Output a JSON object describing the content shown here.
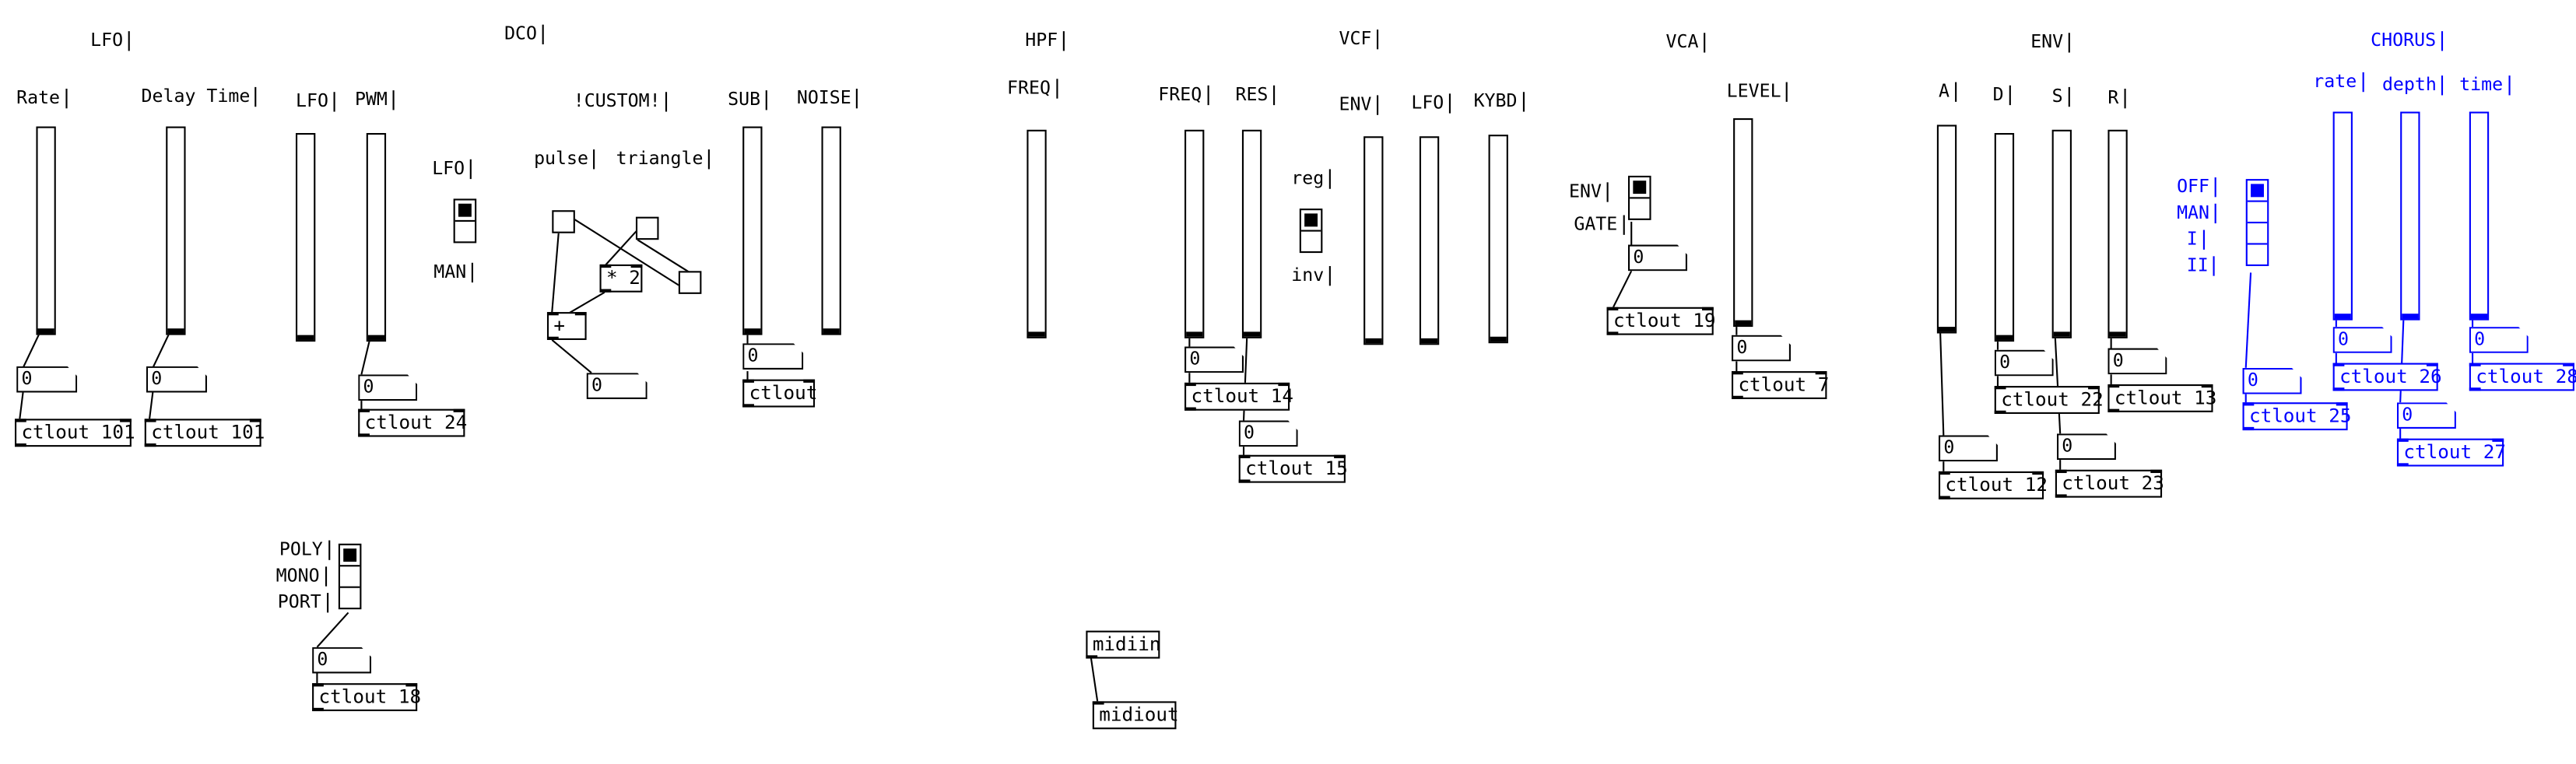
{
  "sections": {
    "lfo": "LFO",
    "dco": "DCO",
    "hpf": "HPF",
    "vcf": "VCF",
    "vca": "VCA",
    "env": "ENV",
    "chorus": "CHORUS"
  },
  "labels": {
    "rate": "Rate",
    "delay_time": "Delay Time",
    "lfo_dco": "LFO",
    "pwm": "PWM",
    "lfo_toggle": "LFO",
    "man": "MAN",
    "custom": "!CUSTOM!",
    "pulse": "pulse",
    "triangle": "triangle",
    "sub": "SUB",
    "noise": "NOISE",
    "hpf_freq": "FREQ",
    "vcf_freq": "FREQ",
    "res": "RES",
    "reg": "reg",
    "inv": "inv",
    "vcf_env": "ENV",
    "vcf_lfo": "LFO",
    "kybd": "KYBD",
    "vca_env": "ENV",
    "gate": "GATE",
    "level": "LEVEL",
    "env_a": "A",
    "env_d": "D",
    "env_s": "S",
    "env_r": "R",
    "chorus_rate": "rate",
    "chorus_depth": "depth",
    "chorus_time": "time",
    "off": "OFF",
    "chorus_man": "MAN",
    "i": "I",
    "ii": "II",
    "poly": "POLY",
    "mono": "MONO",
    "port": "PORT"
  },
  "numbers": {
    "rate": "0",
    "delay": "0",
    "pwm": "0",
    "custom": "0",
    "sub": "0",
    "vcf_freq": "0",
    "res": "0",
    "gate": "0",
    "level": "0",
    "a": "0",
    "d": "0",
    "s": "0",
    "r": "0",
    "chorus_mode": "0",
    "chorus_rate": "0",
    "chorus_depth": "0",
    "chorus_time": "0",
    "poly": "0"
  },
  "objects": {
    "mul": "* 2",
    "plus": "+",
    "ctl_rate": "ctlout 101",
    "ctl_delay": "ctlout 101",
    "ctl_pwm": "ctlout 24",
    "ctl_sub": "ctlout",
    "ctl_vcf_freq": "ctlout 14",
    "ctl_res": "ctlout 15",
    "ctl_gate": "ctlout 19",
    "ctl_level": "ctlout 7",
    "ctl_a": "ctlout 12",
    "ctl_d": "ctlout 22",
    "ctl_s": "ctlout 23",
    "ctl_r": "ctlout 13",
    "ctl_chorus_mode": "ctlout 25",
    "ctl_chorus_rate": "ctlout 26",
    "ctl_chorus_depth": "ctlout 27",
    "ctl_chorus_time": "ctlout 28",
    "ctl_poly": "ctlout 18",
    "midiin": "midiin",
    "midiout": "midiout"
  },
  "state": {
    "lfo_man_toggle": "on",
    "vcf_reg_inv_toggle": "on",
    "vca_env_gate_toggle": "on",
    "chorus_mode_selected": "OFF",
    "poly_mode_selected": "POLY"
  },
  "colors": {
    "default": "#000000",
    "chorus": "#0000ff",
    "background": "#ffffff"
  }
}
